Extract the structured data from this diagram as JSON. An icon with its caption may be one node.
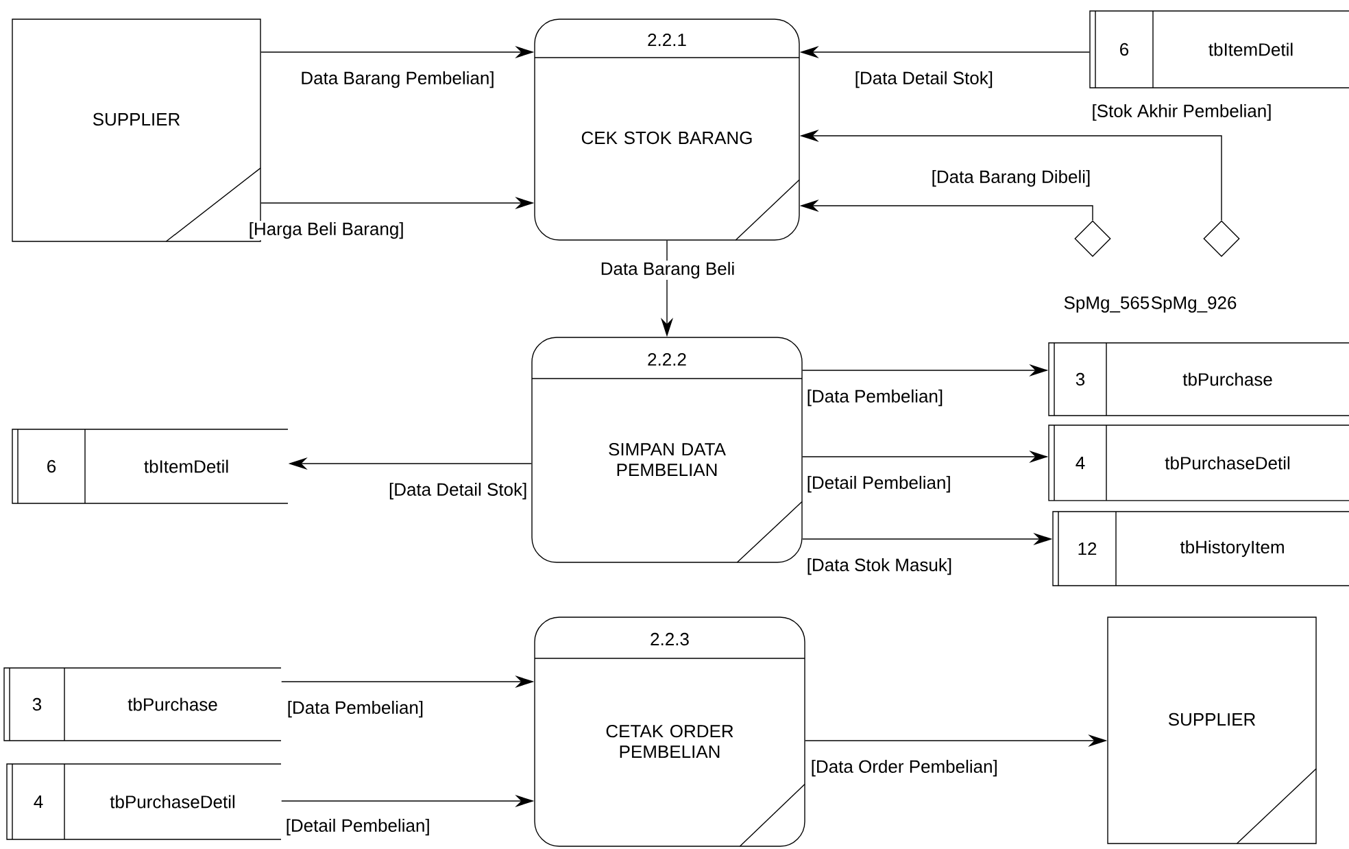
{
  "diagram": {
    "nodes": [
      {
        "text": [
          "SUPPLIER"
        ]
      },
      {
        "text": [
          "2.2.1",
          "CEK STOK BARANG"
        ]
      },
      {
        "text": [
          "6",
          "tbItemDetil"
        ]
      },
      {
        "text": [],
        "shape": "diamond",
        "beside": [
          "SpMg_565"
        ]
      },
      {
        "text": [],
        "shape": "diamond",
        "beside": [
          "SpMg_926"
        ]
      },
      {
        "text": [
          "2.2.2",
          "SIMPAN DATA PEMBELIAN"
        ]
      },
      {
        "text": [
          "6",
          "tbItemDetil"
        ]
      },
      {
        "text": [
          "3",
          "tbPurchase"
        ]
      },
      {
        "text": [
          "4",
          "tbPurchaseDetil"
        ]
      },
      {
        "text": [
          "12",
          "tbHistoryItem"
        ]
      },
      {
        "text": [
          "2.2.3",
          "CETAK ORDER PEMBELIAN"
        ]
      },
      {
        "text": [
          "3",
          "tbPurchase"
        ]
      },
      {
        "text": [
          "4",
          "tbPurchaseDetil"
        ]
      },
      {
        "text": [
          "SUPPLIER"
        ]
      }
    ],
    "edges": [
      {
        "from": 0,
        "to": 1,
        "arrow": "to",
        "label": "Data Barang Pembelian]"
      },
      {
        "from": 0,
        "to": 1,
        "arrow": "to",
        "label": "[Harga Beli Barang]"
      },
      {
        "from": 2,
        "to": 1,
        "arrow": "to",
        "label": "[Data Detail Stok]"
      },
      {
        "from": 3,
        "to": 1,
        "arrow": "to",
        "label": "[Data Barang Dibeli]"
      },
      {
        "from": 4,
        "to": 1,
        "arrow": "to",
        "label": "[Stok Akhir Pembelian]"
      },
      {
        "from": 1,
        "to": 5,
        "arrow": "to",
        "label": "Data Barang Beli"
      },
      {
        "from": 5,
        "to": 6,
        "arrow": "to",
        "label": "[Data Detail Stok]"
      },
      {
        "from": 5,
        "to": 7,
        "arrow": "to",
        "label": "[Data Pembelian]"
      },
      {
        "from": 5,
        "to": 8,
        "arrow": "to",
        "label": "[Detail Pembelian]"
      },
      {
        "from": 5,
        "to": 9,
        "arrow": "to",
        "label": "[Data Stok Masuk]"
      },
      {
        "from": 11,
        "to": 10,
        "arrow": "to",
        "label": "[Data Pembelian]"
      },
      {
        "from": 12,
        "to": 10,
        "arrow": "to",
        "label": "[Detail Pembelian]"
      },
      {
        "from": 10,
        "to": 13,
        "arrow": "to",
        "label": "[Data Order Pembelian]"
      }
    ]
  }
}
